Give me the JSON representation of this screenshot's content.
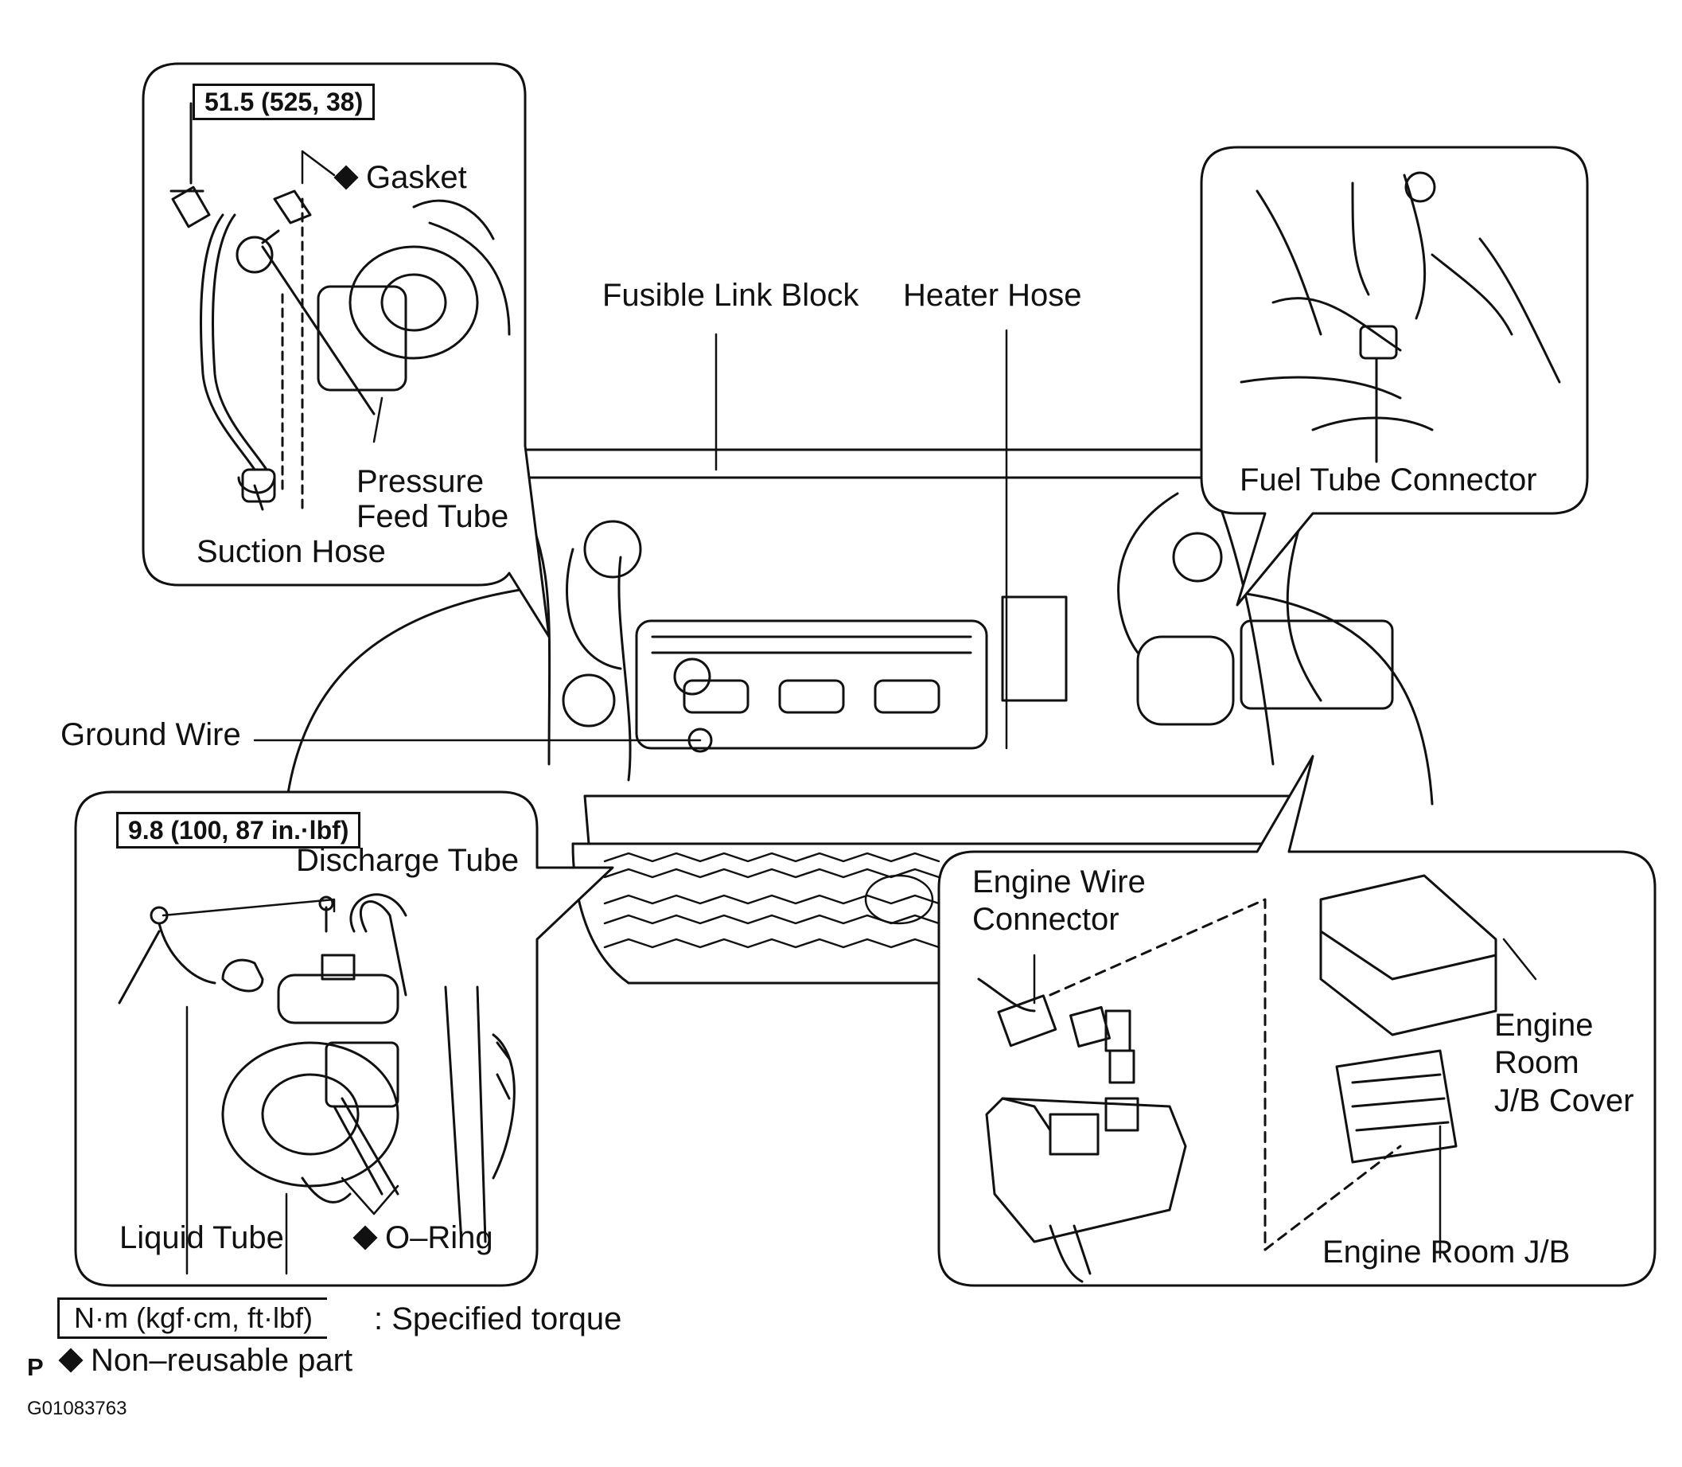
{
  "torque_specs": {
    "power_steering": "51.5 (525, 38)",
    "compressor": "9.8 (100, 87 in.·lbf)"
  },
  "labels": {
    "gasket": "Gasket",
    "pressure_feed_tube": [
      "Pressure",
      "Feed Tube"
    ],
    "suction_hose": "Suction Hose",
    "fusible_link_block": "Fusible Link Block",
    "heater_hose": "Heater Hose",
    "fuel_tube_connector": "Fuel Tube Connector",
    "ground_wire": "Ground Wire",
    "discharge_tube": "Discharge Tube",
    "liquid_tube": "Liquid Tube",
    "o_ring": "O–Ring",
    "engine_wire_connector": [
      "Engine Wire",
      "Connector"
    ],
    "engine_room_jb_cover": [
      "Engine",
      "Room",
      "J/B Cover"
    ],
    "engine_room_jb": "Engine Room J/B"
  },
  "legend": {
    "torque_unit": "N·m (kgf·cm, ft·lbf)",
    "torque_desc": ": Specified torque",
    "non_reusable": "Non–reusable part",
    "marker": "P"
  },
  "figure_code": "G01083763"
}
